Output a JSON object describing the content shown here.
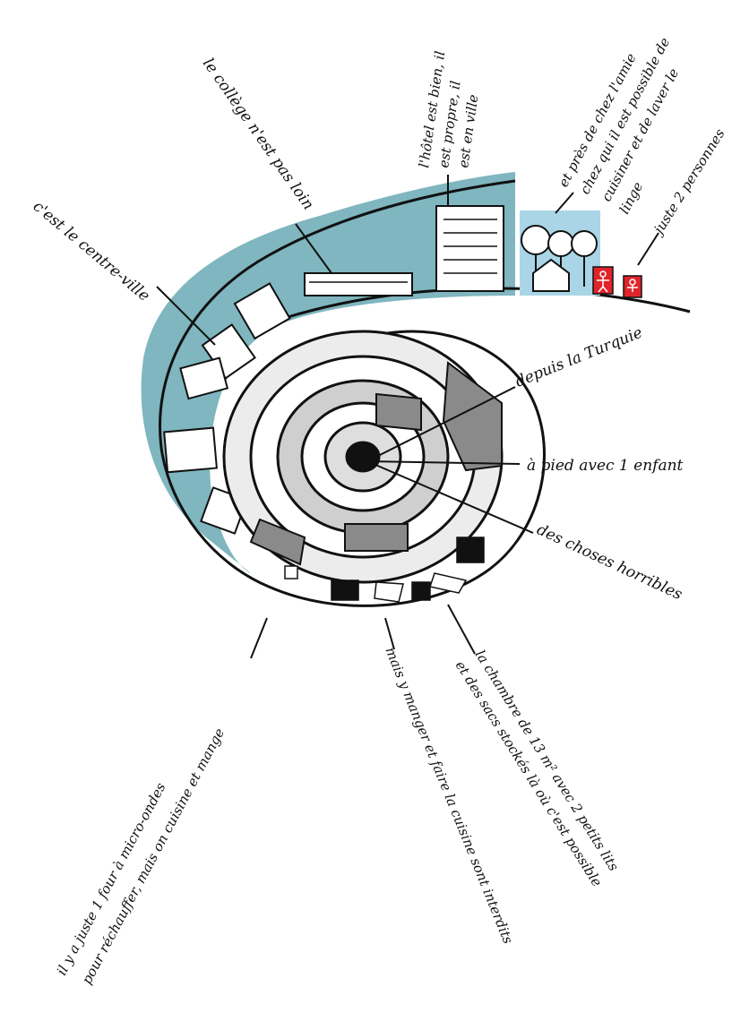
{
  "colors": {
    "teal": "#7fb6bf",
    "ink": "#111111",
    "gray": "#bdbdbd",
    "dark_gray": "#7a7a7a",
    "red": "#e0242b",
    "sky": "#a9d5e6"
  },
  "labels": {
    "centre_ville": "c'est le centre-ville",
    "college": "le collège n'est pas loin",
    "hotel_1": "l'hôtel est bien, il",
    "hotel_2": "est propre, il",
    "hotel_3": "est en ville",
    "amie_1": "et près de chez l'amie",
    "amie_2": "chez qui il est possible de",
    "amie_3": "cuisiner et de laver le",
    "amie_4": "linge",
    "personnes": "juste 2 personnes",
    "turquie": "depuis la Turquie",
    "pied": "à pied avec 1 enfant",
    "horribles": "des choses horribles",
    "chambre_1": "la chambre de 13 m² avec 2 petits lits",
    "chambre_2": "et des sacs stockés là où c'est possible",
    "cuisine": "mais y manger et faire la cuisine sont interdits",
    "microondes_1": "il y a juste 1 four à micro-ondes",
    "microondes_2": "pour réchauffer, mais on cuisine et mange"
  }
}
